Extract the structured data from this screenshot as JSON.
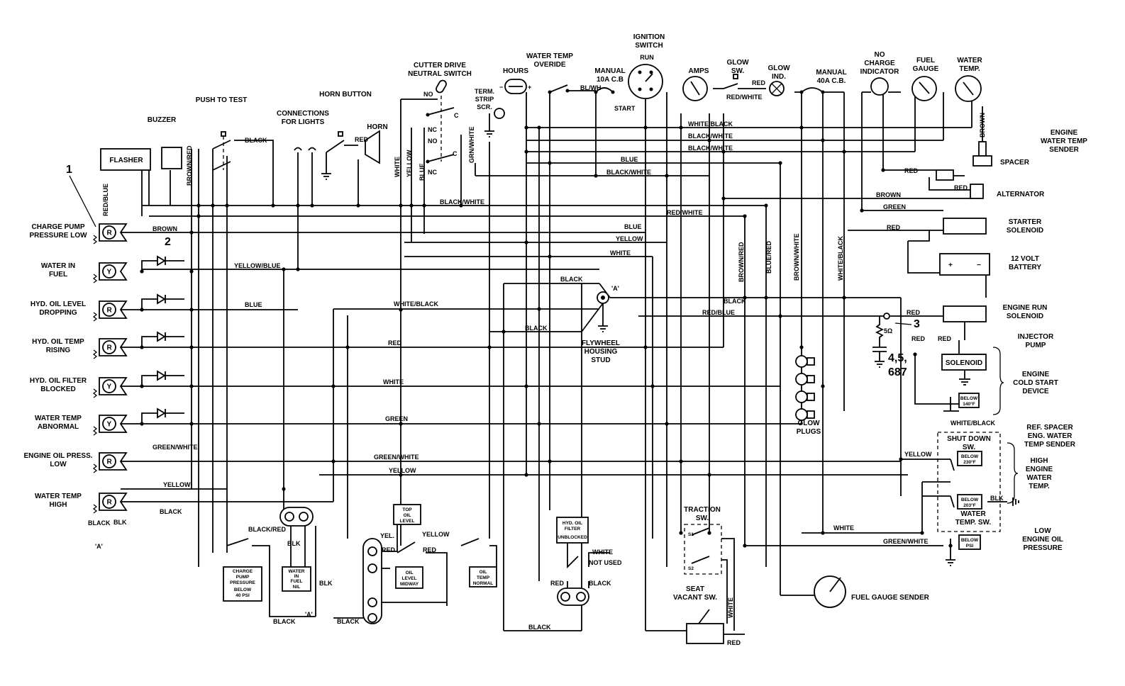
{
  "components": {
    "ignition_switch": [
      "IGNITION",
      "SWITCH"
    ],
    "cutter_drive": [
      "CUTTER DRIVE",
      "NEUTRAL SWITCH"
    ],
    "water_temp_override": [
      "WATER TEMP",
      "OVERIDE"
    ],
    "hours": "HOURS",
    "manual_10a": [
      "MANUAL",
      "10A C.B"
    ],
    "term_strip": [
      "TERM.",
      "STRIP",
      "SCR."
    ],
    "amps": "AMPS",
    "glow_sw": [
      "GLOW",
      "SW."
    ],
    "glow_ind": [
      "GLOW",
      "IND."
    ],
    "manual_40a": [
      "MANUAL",
      "40A C.B."
    ],
    "no_charge": [
      "NO",
      "CHARGE",
      "INDICATOR"
    ],
    "fuel_gauge": [
      "FUEL",
      "GAUGE"
    ],
    "water_temp_gauge": [
      "WATER",
      "TEMP."
    ],
    "push_to_test": "PUSH TO TEST",
    "horn_button": "HORN BUTTON",
    "connections_lights": [
      "CONNECTIONS",
      "FOR LIGHTS"
    ],
    "horn": "HORN",
    "buzzer": "BUZZER",
    "flasher": "FLASHER",
    "engine_water_temp_sender": [
      "ENGINE",
      "WATER TEMP",
      "SENDER"
    ],
    "spacer": "SPACER",
    "alternator": "ALTERNATOR",
    "starter_solenoid": [
      "STARTER",
      "SOLENOID"
    ],
    "battery": [
      "12 VOLT",
      "BATTERY"
    ],
    "engine_run_solenoid": [
      "ENGINE RUN",
      "SOLENOID"
    ],
    "injector_pump": [
      "INJECTOR",
      "PUMP"
    ],
    "solenoid": "SOLENOID",
    "engine_cold_start": [
      "ENGINE",
      "COLD START",
      "DEVICE"
    ],
    "ref_spacer": [
      "REF. SPACER",
      "ENG. WATER",
      "TEMP SENDER"
    ],
    "shut_down_sw": [
      "SHUT DOWN",
      "SW."
    ],
    "high_engine_water_temp": [
      "HIGH",
      "ENGINE",
      "WATER",
      "TEMP."
    ],
    "water_temp_sw": [
      "WATER",
      "TEMP. SW."
    ],
    "low_engine_oil_pressure": [
      "LOW",
      "ENGINE OIL",
      "PRESSURE"
    ],
    "glow_plugs": [
      "GLOW",
      "PLUGS"
    ],
    "fuel_gauge_sender": "FUEL GAUGE SENDER",
    "traction_sw": [
      "TRACTION",
      "SW."
    ],
    "seat_vacant_sw": [
      "SEAT",
      "VACANT SW."
    ],
    "flywheel_stud": [
      "FLYWHEEL",
      "HOUSING",
      "STUD"
    ],
    "top_oil_level": [
      "TOP",
      "OIL",
      "LEVEL"
    ],
    "oil_level_midway": [
      "OIL",
      "LEVEL",
      "MIDWAY"
    ],
    "oil_temp_normal": [
      "OIL",
      "TEMP",
      "NORMAL"
    ],
    "hyd_oil_filter_unblocked": [
      "HYD. OIL",
      "FILTER",
      "UNBLOCKED"
    ],
    "charge_pump_box": [
      "CHARGE",
      "PUMP",
      "PRESSURE",
      "BELOW",
      "40 PSI"
    ],
    "water_fuel_box": [
      "WATER",
      "IN",
      "FUEL",
      "NIL"
    ],
    "not_used": "NOT USED",
    "run": "RUN",
    "start": "START",
    "no": "NO",
    "nc": "NC",
    "c": "C"
  },
  "indicators": [
    {
      "letter": "R",
      "label": [
        "CHARGE PUMP",
        "PRESSURE LOW"
      ]
    },
    {
      "letter": "Y",
      "label": [
        "WATER IN",
        "FUEL"
      ]
    },
    {
      "letter": "R",
      "label": [
        "HYD. OIL LEVEL",
        "DROPPING"
      ]
    },
    {
      "letter": "R",
      "label": [
        "HYD. OIL TEMP",
        "RISING"
      ]
    },
    {
      "letter": "Y",
      "label": [
        "HYD. OIL FILTER",
        "BLOCKED"
      ]
    },
    {
      "letter": "Y",
      "label": [
        "WATER TEMP",
        "ABNORMAL"
      ]
    },
    {
      "letter": "R",
      "label": [
        "ENGINE OIL PRESS.",
        "LOW"
      ]
    },
    {
      "letter": "R",
      "label": [
        "WATER TEMP",
        "HIGH"
      ]
    }
  ],
  "temp_boxes": {
    "below_140": [
      "BELOW",
      "140°F"
    ],
    "below_230": [
      "BELOW",
      "230°F"
    ],
    "below_203": [
      "BELOW",
      "203°F"
    ],
    "below_psi": [
      "BELOW",
      "PSI"
    ]
  },
  "callouts": {
    "c1": "1",
    "c2": "2",
    "c3": "3",
    "c4": "4,5,",
    "c5": "687",
    "res": "5Ω",
    "a_mark": "'A'",
    "plus": "+",
    "minus": "−",
    "s1": "S1",
    "s2": "S2",
    "blk_gnd": "BLK"
  },
  "wires": {
    "black": "BLACK",
    "black_white": "BLACK/WHITE",
    "white_black": "WHITE/BLACK",
    "blue": "BLUE",
    "red_white": "RED/WHITE",
    "red_blue": "RED/BLUE",
    "yellow": "YELLOW",
    "white": "WHITE",
    "red": "RED",
    "green": "GREEN",
    "green_white": "GREEN/WHITE",
    "yellow_blue": "YELLOW/BLUE",
    "brown": "BROWN",
    "brown_red": "BROWN/RED",
    "blue_red": "BLUE/RED",
    "brown_white": "BROWN/WHITE",
    "grn_white": "GRN/WHITE",
    "black_red": "BLACK/RED",
    "red_blue_v": "RED/BLUE",
    "bl_wh": "BL/WH",
    "blk": "BLK",
    "yel": "YEL."
  }
}
